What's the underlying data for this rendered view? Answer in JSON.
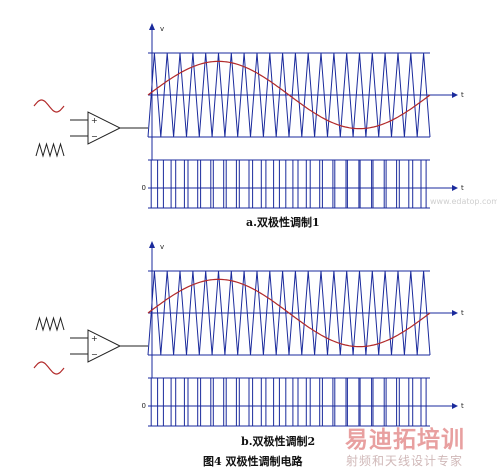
{
  "panel_a": {
    "y_label": "v",
    "t_label": "t",
    "zero_label": "0",
    "caption": "a.双极性调制1",
    "inputs": [
      "sine",
      "triangle"
    ],
    "opamp_plus": "+",
    "opamp_minus": "−"
  },
  "panel_b": {
    "y_label": "v",
    "t_label": "t",
    "zero_label": "0",
    "caption": "b.双极性调制2",
    "inputs": [
      "triangle",
      "sine"
    ],
    "opamp_plus": "+",
    "opamp_minus": "−"
  },
  "figure_caption": "图4  双极性调制电路",
  "watermark": {
    "brand": "易迪拓培训",
    "subtitle": "射频和天线设计专家",
    "url": "www.edatop.com"
  },
  "colors": {
    "axis": "#1a2a9c",
    "waveform": "#1a2a9c",
    "modulating_wave": "#b22a2a",
    "watermark": "#e8a0a0"
  }
}
